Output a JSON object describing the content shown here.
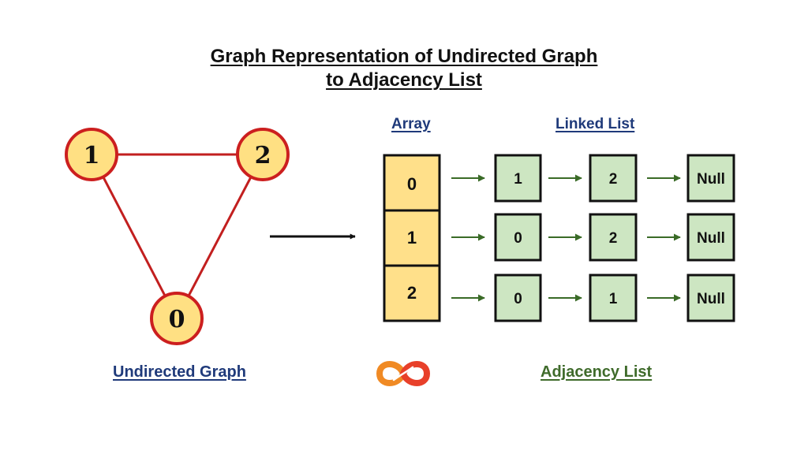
{
  "title": {
    "line1": "Graph Representation of Undirected Graph",
    "line2": "to Adjacency List"
  },
  "headers": {
    "array": "Array",
    "linked_list": "Linked List"
  },
  "captions": {
    "graph": "Undirected Graph",
    "adjacency": "Adjacency List"
  },
  "graph": {
    "nodes": [
      {
        "label": "1"
      },
      {
        "label": "2"
      },
      {
        "label": "0"
      }
    ],
    "edges": [
      [
        "1",
        "2"
      ],
      [
        "1",
        "0"
      ],
      [
        "2",
        "0"
      ]
    ]
  },
  "array": [
    "0",
    "1",
    "2"
  ],
  "linked_lists": [
    [
      "1",
      "2",
      "Null"
    ],
    [
      "0",
      "2",
      "Null"
    ],
    [
      "0",
      "1",
      "Null"
    ]
  ],
  "colors": {
    "node_fill": "#ffe083",
    "node_stroke": "#cc1f1f",
    "edge": "#c21f1f",
    "array_fill": "#ffe08a",
    "list_fill": "#cde6c2",
    "arrow_green": "#3a6b27",
    "title": "#111111",
    "header_blue": "#1f3a7a",
    "caption_green": "#3f6b2b",
    "logo_orange": "#f08a24",
    "logo_red": "#e8402a"
  },
  "icons": {
    "logo": "infinity-logo-icon",
    "main_arrow": "right-arrow-icon"
  }
}
